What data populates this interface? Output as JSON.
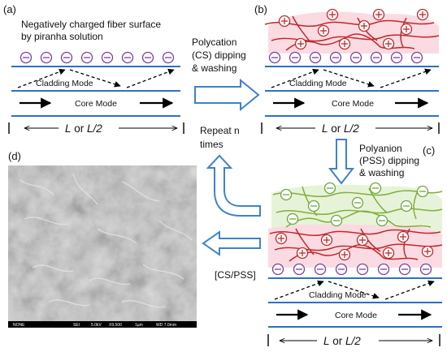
{
  "panels": {
    "a": {
      "tag": "(a)",
      "note_line1": "Negatively charged fiber surface",
      "note_line2": "by piranha solution",
      "cladding": "Cladding Mode",
      "core": "Core Mode",
      "length_L": "L",
      "length_or": " or ",
      "length_L2": "L/2"
    },
    "b": {
      "tag": "(b)",
      "cladding": "Cladding Mode",
      "core": "Core Mode",
      "length_L": "L",
      "length_or": " or ",
      "length_L2": "L/2"
    },
    "c": {
      "tag": "(c)",
      "cladding": "Cladding Mode",
      "core": "Core Mode",
      "length_L": "L",
      "length_or": " or ",
      "length_L2": "L/2"
    },
    "d": {
      "tag": "(d)",
      "sem_bar": [
        "NONE",
        "SEI",
        "5.0kV",
        "X9,500",
        "1µm",
        "WD 7.0mm"
      ]
    }
  },
  "steps": {
    "polycation": [
      "Polycation",
      "(CS) dipping",
      "& washing"
    ],
    "polyanion": [
      "Polyanion",
      "(PSS) dipping",
      "& washing"
    ],
    "repeat": [
      "Repeat n",
      "times"
    ],
    "bilayer": "[CS/PSS]"
  },
  "symbols": {
    "negative": "⊖",
    "positive": "⊕"
  },
  "colors": {
    "fiber_line": "#2f6fc4",
    "negative_charge": "#7a3fa0",
    "positive_charge": "#c0282d",
    "cs_chain": "#c0282d",
    "pss_chain": "#7fb03c",
    "negative_anion": "#6aa83a",
    "process_arrow": "#3f82c8",
    "pink_band": "#fbdbe2",
    "green_band": "#e7f3d8"
  }
}
